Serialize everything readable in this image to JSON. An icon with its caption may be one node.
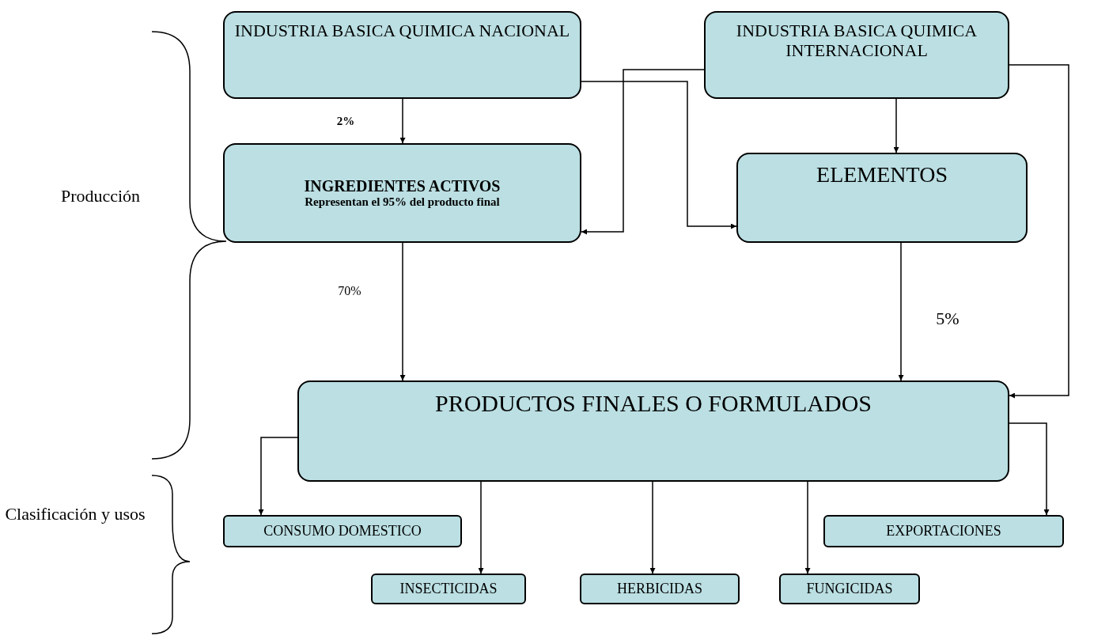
{
  "diagram": {
    "nodes": [
      {
        "text": [
          "INDUSTRIA BASICA QUIMICA NACIONAL"
        ]
      },
      {
        "text": [
          "INDUSTRIA BASICA QUIMICA INTERNACIONAL"
        ]
      },
      {
        "text": [
          "INGREDIENTES ACTIVOS",
          "Representan el  95% del producto final"
        ]
      },
      {
        "text": [
          "ELEMENTOS"
        ]
      },
      {
        "text": [
          "PRODUCTOS FINALES O FORMULADOS"
        ]
      },
      {
        "text": [
          "CONSUMO DOMESTICO"
        ]
      },
      {
        "text": [
          "EXPORTACIONES"
        ]
      },
      {
        "text": [
          "INSECTICIDAS"
        ]
      },
      {
        "text": [
          "HERBICIDAS"
        ]
      },
      {
        "text": [
          "FUNGICIDAS"
        ]
      }
    ],
    "edges": [
      {
        "from": 0,
        "to": 2,
        "arrow": "to",
        "label": "2%"
      },
      {
        "from": 1,
        "to": 2,
        "arrow": "to"
      },
      {
        "from": 0,
        "to": 3,
        "arrow": "to"
      },
      {
        "from": 1,
        "to": 3,
        "arrow": "to"
      },
      {
        "from": 2,
        "to": 4,
        "arrow": "to",
        "label": "70%"
      },
      {
        "from": 3,
        "to": 4,
        "arrow": "to",
        "label": "5%"
      },
      {
        "from": 1,
        "to": 4,
        "arrow": "to"
      },
      {
        "from": 4,
        "to": 5,
        "arrow": "to"
      },
      {
        "from": 4,
        "to": 7,
        "arrow": "to"
      },
      {
        "from": 4,
        "to": 8,
        "arrow": "to"
      },
      {
        "from": 4,
        "to": 9,
        "arrow": "to"
      },
      {
        "from": 4,
        "to": 6,
        "arrow": "to"
      }
    ],
    "labels": [
      "Producción",
      "Clasificación y usos"
    ]
  }
}
